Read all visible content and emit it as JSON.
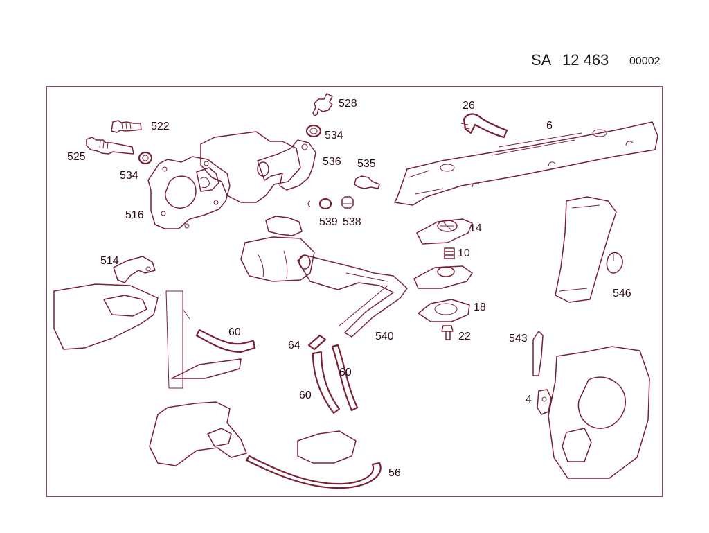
{
  "header": {
    "part1": "SA",
    "part2": "12 463",
    "code": "00002"
  },
  "colors": {
    "line": "#7a1f35",
    "text": "#2a0a14",
    "frame": "#4a1322"
  },
  "labels": [
    {
      "id": "528",
      "text": "528"
    },
    {
      "id": "522",
      "text": "522"
    },
    {
      "id": "534a",
      "text": "534"
    },
    {
      "id": "536",
      "text": "536"
    },
    {
      "id": "525",
      "text": "525"
    },
    {
      "id": "534b",
      "text": "534"
    },
    {
      "id": "535",
      "text": "535"
    },
    {
      "id": "26",
      "text": "26"
    },
    {
      "id": "6",
      "text": "6"
    },
    {
      "id": "516",
      "text": "516"
    },
    {
      "id": "539",
      "text": "539"
    },
    {
      "id": "538",
      "text": "538"
    },
    {
      "id": "14",
      "text": "14"
    },
    {
      "id": "10",
      "text": "10"
    },
    {
      "id": "514",
      "text": "514"
    },
    {
      "id": "546",
      "text": "546"
    },
    {
      "id": "18",
      "text": "18"
    },
    {
      "id": "60a",
      "text": "60"
    },
    {
      "id": "64",
      "text": "64"
    },
    {
      "id": "540",
      "text": "540"
    },
    {
      "id": "22",
      "text": "22"
    },
    {
      "id": "543",
      "text": "543"
    },
    {
      "id": "60b",
      "text": "60"
    },
    {
      "id": "60c",
      "text": "60"
    },
    {
      "id": "4",
      "text": "4"
    },
    {
      "id": "56",
      "text": "56"
    }
  ]
}
